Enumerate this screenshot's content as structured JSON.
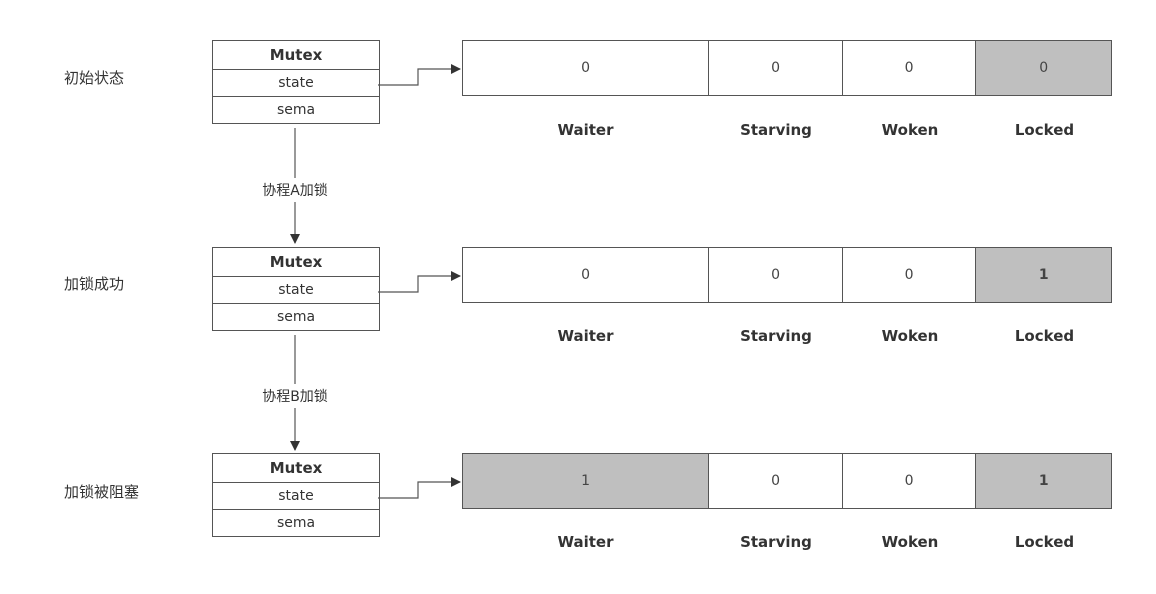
{
  "colors": {
    "highlight": "#bfbfbf",
    "normal": "#ffffff",
    "stroke": "#555555"
  },
  "field_labels": [
    "Waiter",
    "Starving",
    "Woken",
    "Locked"
  ],
  "mutex": {
    "title": "Mutex",
    "fields": [
      "state",
      "sema"
    ]
  },
  "rows": [
    {
      "label": "初始状态",
      "values": [
        "0",
        "0",
        "0",
        "0"
      ],
      "highlighted": [
        false,
        false,
        false,
        true
      ],
      "bold": [
        false,
        false,
        false,
        false
      ]
    },
    {
      "label": "加锁成功",
      "values": [
        "0",
        "0",
        "0",
        "1"
      ],
      "highlighted": [
        false,
        false,
        false,
        true
      ],
      "bold": [
        false,
        false,
        false,
        true
      ]
    },
    {
      "label": "加锁被阻塞",
      "values": [
        "1",
        "0",
        "0",
        "1"
      ],
      "highlighted": [
        true,
        false,
        false,
        true
      ],
      "bold": [
        false,
        false,
        false,
        true
      ]
    }
  ],
  "transitions": [
    "协程A加锁",
    "协程B加锁"
  ]
}
